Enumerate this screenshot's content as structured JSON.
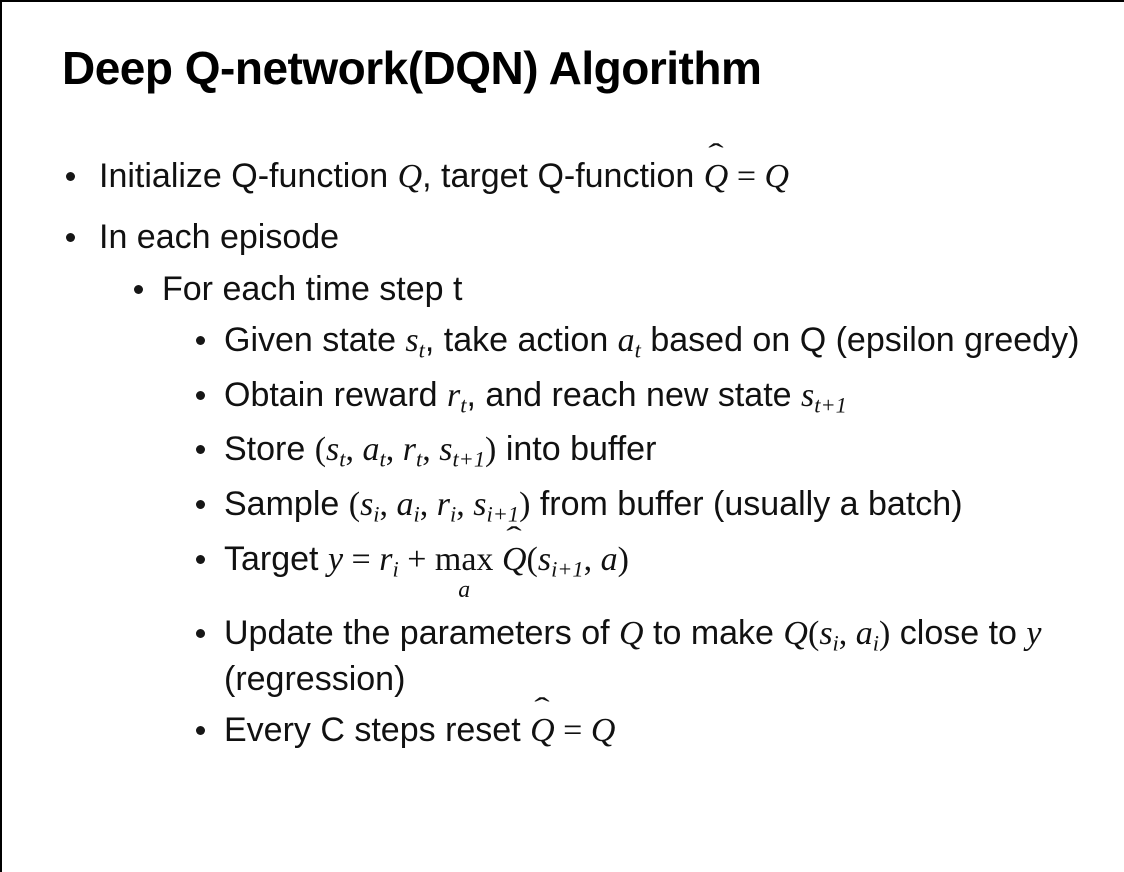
{
  "page": {
    "title_text": "Deep Q-network(DQN) Algorithm"
  },
  "glyphs": {
    "hat": "ˆ"
  },
  "colors": {
    "background": "#ffffff",
    "title": "#000000",
    "body_text": "#111111",
    "border": "#000000"
  },
  "bullets": [
    {
      "level": 1,
      "segments": [
        {
          "t": "Initialize Q-function "
        },
        {
          "m": "Q"
        },
        {
          "t": ", target Q-function "
        },
        {
          "mh": "Q"
        },
        {
          "p": " = "
        },
        {
          "m": "Q"
        }
      ]
    },
    {
      "level": 1,
      "segments": [
        {
          "t": "In each episode"
        }
      ]
    },
    {
      "level": 2,
      "segments": [
        {
          "t": "For each time step t"
        }
      ]
    },
    {
      "level": 3,
      "segments": [
        {
          "t": "Given state "
        },
        {
          "m": "s"
        },
        {
          "sub": "t"
        },
        {
          "t": ", take action "
        },
        {
          "m": "a"
        },
        {
          "sub": "t"
        },
        {
          "t": " based on Q (epsilon greedy)"
        }
      ]
    },
    {
      "level": 3,
      "segments": [
        {
          "t": "Obtain reward "
        },
        {
          "m": "r"
        },
        {
          "sub": "t"
        },
        {
          "t": ", and reach new state "
        },
        {
          "m": "s"
        },
        {
          "sub": "t+1"
        }
      ]
    },
    {
      "level": 3,
      "segments": [
        {
          "t": "Store "
        },
        {
          "p": "("
        },
        {
          "m": "s"
        },
        {
          "sub": "t"
        },
        {
          "p": ", "
        },
        {
          "m": "a"
        },
        {
          "sub": "t"
        },
        {
          "p": ", "
        },
        {
          "m": "r"
        },
        {
          "sub": "t"
        },
        {
          "p": ", "
        },
        {
          "m": "s"
        },
        {
          "sub": "t+1"
        },
        {
          "p": ")"
        },
        {
          "t": " into buffer"
        }
      ]
    },
    {
      "level": 3,
      "segments": [
        {
          "t": "Sample "
        },
        {
          "p": "("
        },
        {
          "m": "s"
        },
        {
          "sub": "i"
        },
        {
          "p": ", "
        },
        {
          "m": "a"
        },
        {
          "sub": "i"
        },
        {
          "p": ", "
        },
        {
          "m": "r"
        },
        {
          "sub": "i"
        },
        {
          "p": ", "
        },
        {
          "m": "s"
        },
        {
          "sub": "i+1"
        },
        {
          "p": ")"
        },
        {
          "t": " from buffer (usually a batch)"
        }
      ]
    },
    {
      "level": 3,
      "segments": [
        {
          "t": "Target "
        },
        {
          "m": "y"
        },
        {
          "p": " = "
        },
        {
          "m": "r"
        },
        {
          "sub": "i"
        },
        {
          "p": " + "
        },
        {
          "u": {
            "top": "max",
            "bottom": "a"
          }
        },
        {
          "p": " "
        },
        {
          "mh": "Q"
        },
        {
          "p": "("
        },
        {
          "m": "s"
        },
        {
          "sub": "i+1"
        },
        {
          "p": ", "
        },
        {
          "m": "a"
        },
        {
          "p": ")"
        }
      ]
    },
    {
      "level": 3,
      "segments": [
        {
          "t": "Update the parameters of "
        },
        {
          "m": "Q"
        },
        {
          "t": " to make "
        },
        {
          "m": "Q"
        },
        {
          "p": "("
        },
        {
          "m": "s"
        },
        {
          "sub": "i"
        },
        {
          "p": ", "
        },
        {
          "m": "a"
        },
        {
          "sub": "i"
        },
        {
          "p": ")"
        },
        {
          "t": " close to "
        },
        {
          "m": "y"
        },
        {
          "t": " (regression)"
        }
      ]
    },
    {
      "level": 3,
      "segments": [
        {
          "t": "Every C steps reset "
        },
        {
          "mh": "Q"
        },
        {
          "p": " = "
        },
        {
          "m": "Q"
        }
      ]
    }
  ]
}
